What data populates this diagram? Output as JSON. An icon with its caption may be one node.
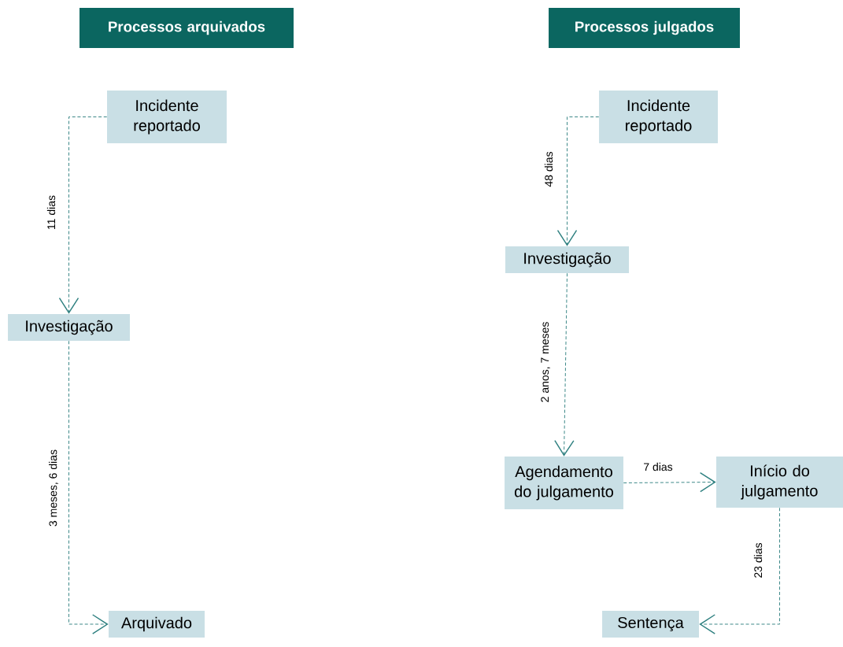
{
  "diagram": {
    "nodes": [
      {
        "text": [
          "Processos arquivados"
        ]
      },
      {
        "text": [
          "Incidente reportado"
        ]
      },
      {
        "text": [
          "Investigação"
        ]
      },
      {
        "text": [
          "Arquivado"
        ]
      },
      {
        "text": [
          "Processos julgados"
        ]
      },
      {
        "text": [
          "Incidente reportado"
        ]
      },
      {
        "text": [
          "Investigação"
        ]
      },
      {
        "text": [
          "Agendamento do julgamento"
        ]
      },
      {
        "text": [
          "Início do julgamento"
        ]
      },
      {
        "text": [
          "Sentença"
        ]
      }
    ],
    "edges": [
      {
        "from": 1,
        "to": 2,
        "arrow": "to",
        "label": "11 dias",
        "style": "dashed"
      },
      {
        "from": 2,
        "to": 3,
        "arrow": "to",
        "label": "3 meses, 6 dias",
        "style": "dashed"
      },
      {
        "from": 5,
        "to": 6,
        "arrow": "to",
        "label": "48 dias",
        "style": "dashed"
      },
      {
        "from": 6,
        "to": 7,
        "arrow": "to",
        "label": "2 anos, 7 meses",
        "style": "dashed"
      },
      {
        "from": 7,
        "to": 8,
        "arrow": "to",
        "label": "7 dias",
        "style": "dashed"
      },
      {
        "from": 8,
        "to": 9,
        "arrow": "to",
        "label": "23 dias",
        "style": "dashed"
      }
    ]
  }
}
